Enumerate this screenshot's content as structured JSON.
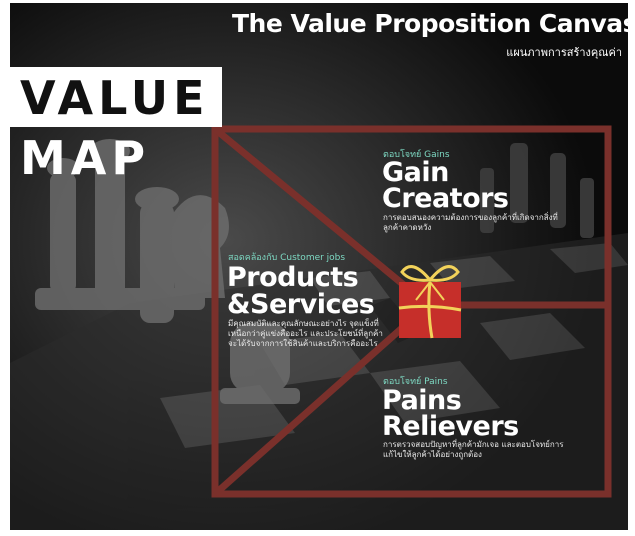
{
  "header": {
    "title": "The Value Proposition Canvas",
    "subtitle": "แผนภาพการสร้างคุณค่า"
  },
  "side_label": {
    "line1": "VALUE",
    "line2": "MAP"
  },
  "sections": {
    "gain_creators": {
      "kicker": "ตอบโจทย์ Gains",
      "line1": "Gain",
      "line2": "Creators",
      "desc": "การตอบสนองความต้องการของลูกค้าที่เกิดจากสิ่งที่ลูกค้าคาดหวัง"
    },
    "products_services": {
      "kicker": "สอดคล้องกับ Customer jobs",
      "line1": "Products",
      "line2": "&Services",
      "desc": "มีคุณสมบัติและคุณลักษณะอย่างไร จุดแข็งที่เหนือกว่าคู่แข่งคืออะไร และประโยชน์ที่ลูกค้าจะได้รับจากการใช้สินค้าและบริการคืออะไร"
    },
    "pains_relievers": {
      "kicker": "ตอบโจทย์ Pains",
      "line1": "Pains",
      "line2": "Relievers",
      "desc": "การตรวจสอบปัญหาที่ลูกค้ามักเจอ และตอบโจทย์การแก้ไขให้ลูกค้าได้อย่างถูกต้อง"
    }
  },
  "colors": {
    "frame": "#7a302b",
    "gift_box": "#c62f2a",
    "ribbon": "#f2d25a",
    "accent": "#7dd8c2"
  },
  "icons": [
    "gift-icon"
  ]
}
